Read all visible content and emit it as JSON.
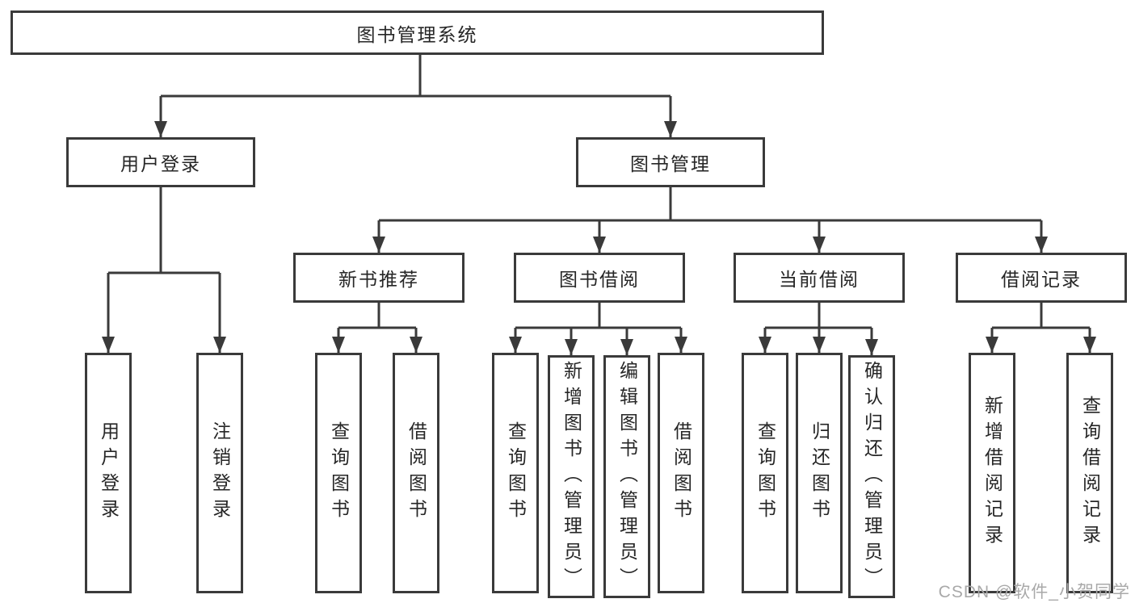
{
  "diagram": {
    "root": "图书管理系统",
    "level2": {
      "user_login": "用户登录",
      "book_management": "图书管理"
    },
    "level3": {
      "new_books": "新书推荐",
      "book_borrow": "图书借阅",
      "current_borrow": "当前借阅",
      "borrow_records": "借阅记录"
    },
    "leaves": {
      "user_login": [
        "用户登录",
        "注销登录"
      ],
      "new_books": [
        "查询图书",
        "借阅图书"
      ],
      "book_borrow": [
        "查询图书",
        "新增图书（管理员）",
        "编辑图书（管理员）",
        "借阅图书"
      ],
      "current_borrow": [
        "查询图书",
        "归还图书",
        "确认归还（管理员）"
      ],
      "borrow_records": [
        "新增借阅记录",
        "查询借阅记录"
      ]
    }
  },
  "watermark": "CSDN @软件_小贺同学",
  "colors": {
    "line": "#3a3a3a",
    "box_border": "#3a3a3a",
    "text": "#262626",
    "watermark": "#a9a9a9",
    "background": "#ffffff"
  }
}
